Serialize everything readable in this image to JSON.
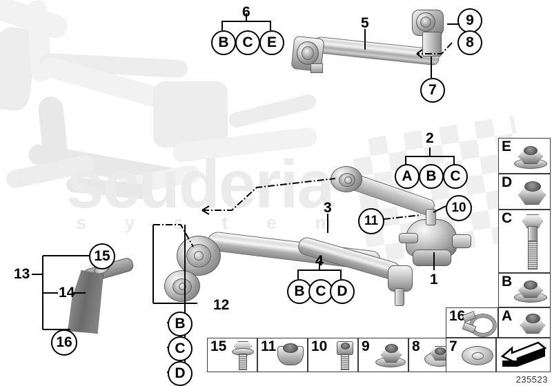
{
  "diagram": {
    "id_number": "235523",
    "watermark_main": "scuderia",
    "watermark_sub": "s y s t e m"
  },
  "callouts": [
    {
      "key": "c6",
      "label": "6",
      "type": "plain"
    },
    {
      "key": "g6B",
      "label": "B",
      "type": "circle"
    },
    {
      "key": "g6C",
      "label": "C",
      "type": "circle"
    },
    {
      "key": "g6E",
      "label": "E",
      "type": "circle"
    },
    {
      "key": "c5",
      "label": "5",
      "type": "plain"
    },
    {
      "key": "c9",
      "label": "9",
      "type": "circle"
    },
    {
      "key": "c8",
      "label": "8",
      "type": "circle"
    },
    {
      "key": "c7",
      "label": "7",
      "type": "circle"
    },
    {
      "key": "c2",
      "label": "2",
      "type": "plain"
    },
    {
      "key": "g2A",
      "label": "A",
      "type": "circle"
    },
    {
      "key": "g2B",
      "label": "B",
      "type": "circle"
    },
    {
      "key": "g2C",
      "label": "C",
      "type": "circle"
    },
    {
      "key": "c3",
      "label": "3",
      "type": "plain"
    },
    {
      "key": "c10",
      "label": "10",
      "type": "circle"
    },
    {
      "key": "c11",
      "label": "11",
      "type": "circle"
    },
    {
      "key": "c1",
      "label": "1",
      "type": "plain"
    },
    {
      "key": "c4",
      "label": "4",
      "type": "plain"
    },
    {
      "key": "g4B",
      "label": "B",
      "type": "circle"
    },
    {
      "key": "g4C",
      "label": "C",
      "type": "circle"
    },
    {
      "key": "g4D",
      "label": "D",
      "type": "circle"
    },
    {
      "key": "c12",
      "label": "12",
      "type": "plain"
    },
    {
      "key": "g12B",
      "label": "B",
      "type": "circle"
    },
    {
      "key": "g12C",
      "label": "C",
      "type": "circle"
    },
    {
      "key": "g12D",
      "label": "D",
      "type": "circle"
    },
    {
      "key": "c13",
      "label": "13",
      "type": "plain"
    },
    {
      "key": "c14",
      "label": "14",
      "type": "plain"
    },
    {
      "key": "c15",
      "label": "15",
      "type": "circle"
    },
    {
      "key": "c16",
      "label": "16",
      "type": "circle"
    }
  ],
  "labels": {
    "n1": "1",
    "n2": "2",
    "n3": "3",
    "n4": "4",
    "n5": "5",
    "n6": "6",
    "n7": "7",
    "n8": "8",
    "n9": "9",
    "n10": "10",
    "n11": "11",
    "n12": "12",
    "n13": "13",
    "n14": "14",
    "n15": "15",
    "n16": "16",
    "A": "A",
    "B": "B",
    "C": "C",
    "D": "D",
    "E": "E"
  },
  "right_column": {
    "cells": [
      {
        "label": "E",
        "part": "flange-nut-icon"
      },
      {
        "label": "D",
        "part": "lock-nut-icon"
      },
      {
        "label": "C",
        "part": "hex-bolt-icon"
      },
      {
        "label": "B",
        "part": "flange-nut-icon"
      },
      {
        "label": "A",
        "part": "hex-nut-icon"
      }
    ]
  },
  "bottom_row": {
    "cells": [
      {
        "label": "15",
        "part": "flange-bolt-icon"
      },
      {
        "label": "11",
        "part": "cap-nut-icon"
      },
      {
        "label": "10",
        "part": "socket-bolt-icon"
      },
      {
        "label": "9",
        "part": "flange-nut-icon"
      },
      {
        "label": "8",
        "part": "hex-flange-icon"
      },
      {
        "label": "7",
        "part": "washer-icon"
      }
    ]
  },
  "corner_cells": {
    "clamp": {
      "label": "16",
      "part": "hose-clamp-icon"
    },
    "nut_a": {
      "label": "A",
      "part": "hex-nut-icon"
    },
    "arrow": {
      "part": "direction-arrow-icon"
    }
  }
}
